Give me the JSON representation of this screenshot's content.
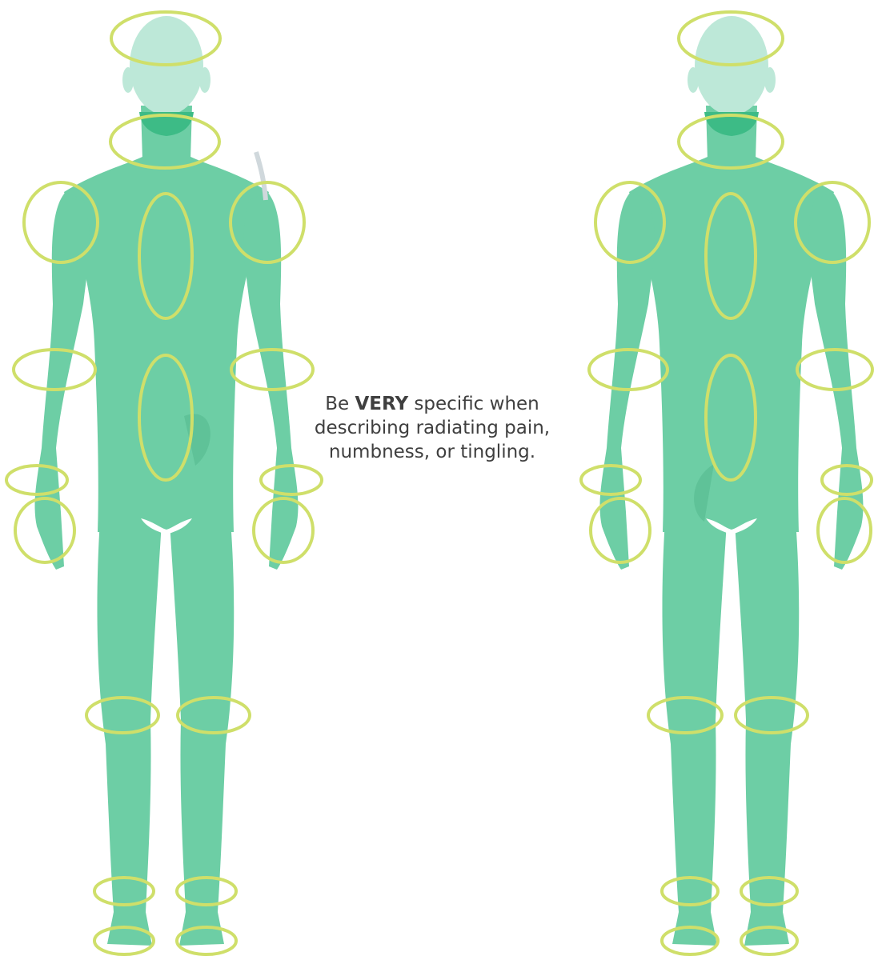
{
  "caption": {
    "lead": "Be ",
    "emphasis": "VERY",
    "rest": " specific when describing radiating pain, numbness, or tingling."
  },
  "colors": {
    "body": "#6dcea5",
    "head": "#bde8d8",
    "neck_shadow": "#3dbb86",
    "marker_ring": "#cfdf6a",
    "caption_text": "#3f3f3f",
    "background": "#ffffff"
  },
  "figures": [
    {
      "name": "front-view",
      "markers": [
        "head",
        "neck",
        "right-shoulder",
        "left-shoulder",
        "upper-spine",
        "lower-spine",
        "right-elbow",
        "left-elbow",
        "right-wrist",
        "left-wrist",
        "right-hand",
        "left-hand",
        "right-knee",
        "left-knee",
        "right-ankle",
        "left-ankle",
        "right-foot",
        "left-foot"
      ]
    },
    {
      "name": "back-view",
      "markers": [
        "head",
        "neck",
        "right-shoulder",
        "left-shoulder",
        "upper-spine",
        "lower-spine",
        "right-elbow",
        "left-elbow",
        "right-wrist",
        "left-wrist",
        "right-hand",
        "left-hand",
        "right-knee",
        "left-knee",
        "right-ankle",
        "left-ankle",
        "right-foot",
        "left-foot"
      ]
    }
  ]
}
